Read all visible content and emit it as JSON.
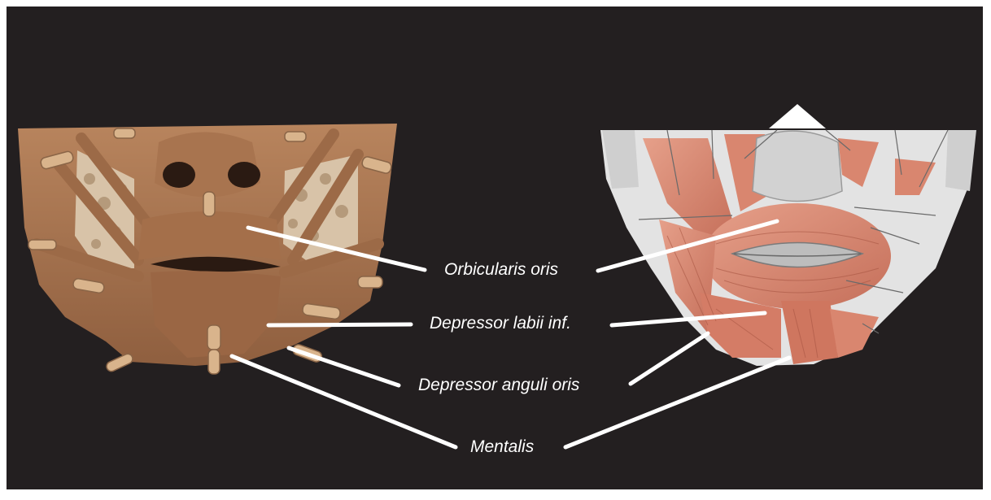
{
  "labels": {
    "orbicularis": "Orbicularis oris",
    "depressor_labii": "Depressor labii inf.",
    "depressor_anguli": "Depressor anguli oris",
    "mentalis": "Mentalis"
  },
  "colors": {
    "background": "#231f20",
    "clay": "#b07a55",
    "muscle": "#d88870",
    "leader_line": "#ffffff"
  }
}
